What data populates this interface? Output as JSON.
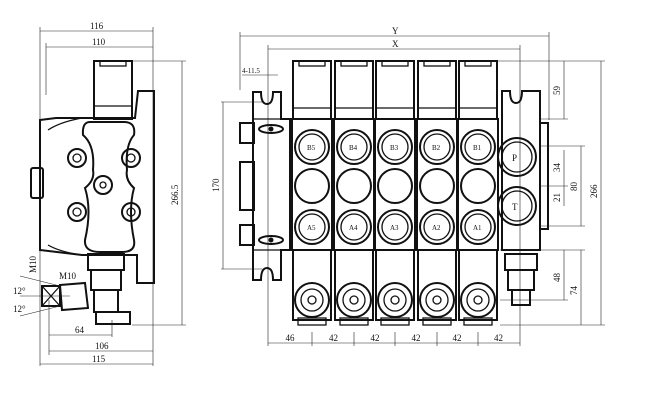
{
  "side_view": {
    "dims": {
      "w116": "116",
      "w110": "110",
      "h266_5": "266.5",
      "m10_v": "M10",
      "m10_h": "M10",
      "ang1": "12°",
      "ang2": "12°",
      "w64": "64",
      "w106": "106",
      "w115": "115"
    }
  },
  "front_view": {
    "dims": {
      "Y": "Y",
      "X": "X",
      "hole": "4-11.5",
      "h170": "170",
      "h59": "59",
      "h34": "34",
      "h21": "21",
      "h80": "80",
      "h266": "266",
      "h48": "48",
      "h74": "74",
      "bottom": [
        "46",
        "42",
        "42",
        "42",
        "42",
        "42"
      ]
    },
    "ports_b": [
      "B5",
      "B4",
      "B3",
      "B2",
      "B1"
    ],
    "ports_a": [
      "A5",
      "A4",
      "A3",
      "A2",
      "A1"
    ],
    "inlet_p": "P",
    "inlet_t": "T"
  }
}
